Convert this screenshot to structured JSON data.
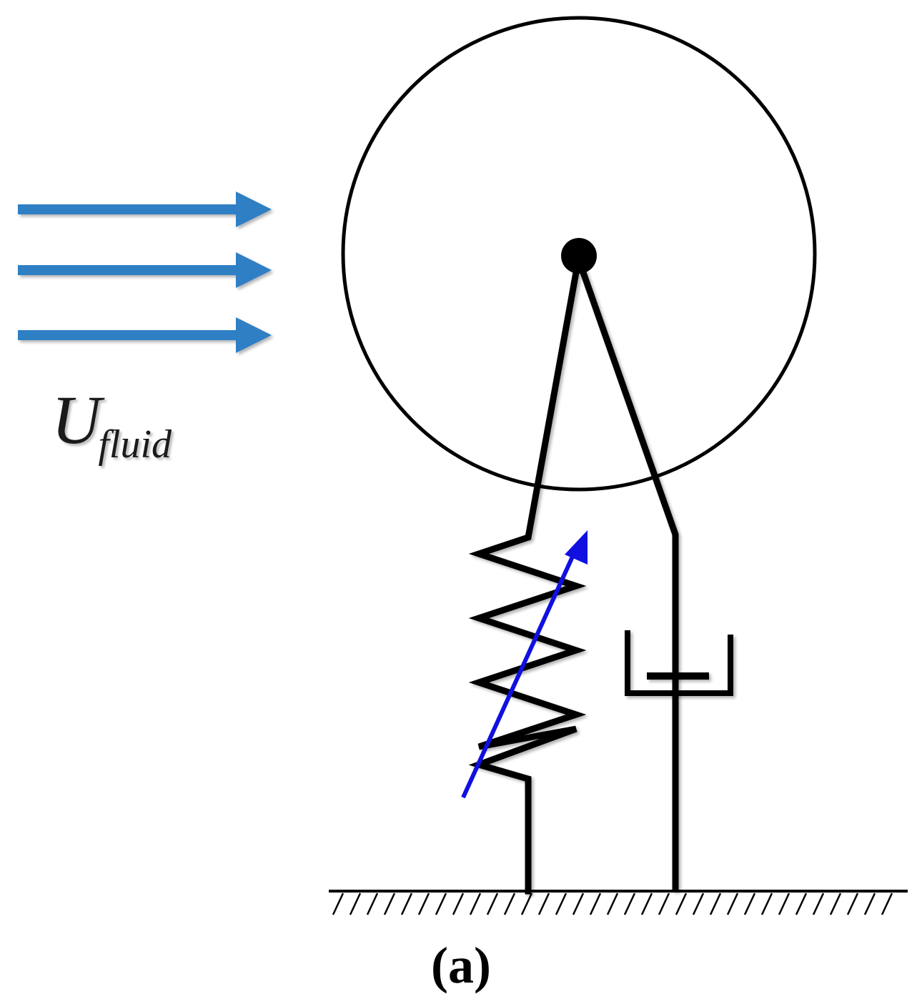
{
  "labels": {
    "velocity_symbol": "U",
    "velocity_subscript": "fluid",
    "caption": "(a)"
  },
  "colors": {
    "flow_arrow": "#2e7fc4",
    "spring_arrow": "#1010e0",
    "stroke": "#000000"
  }
}
